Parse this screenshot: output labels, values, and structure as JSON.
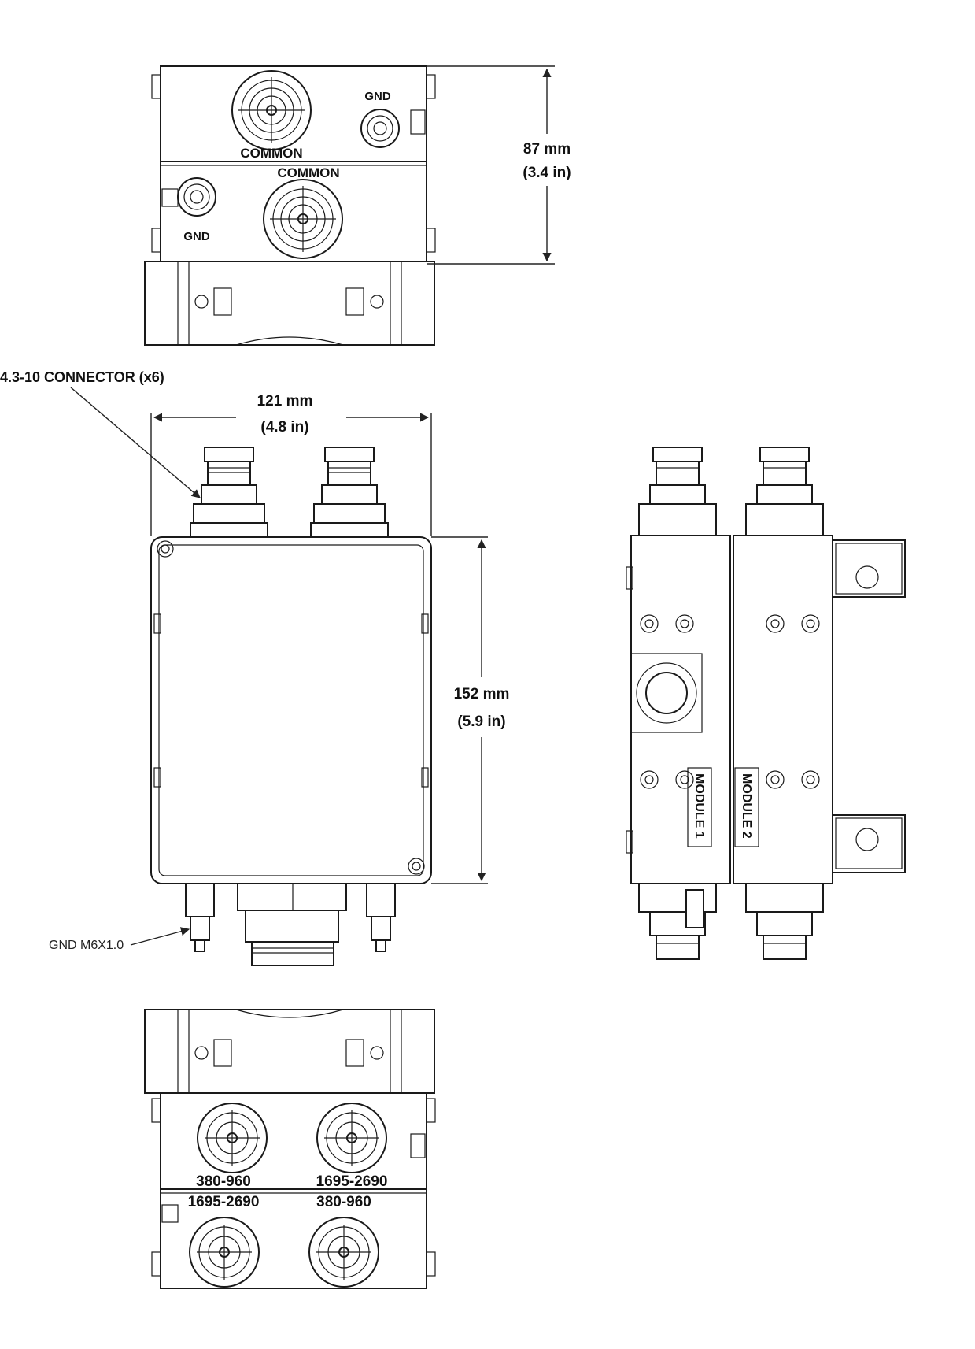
{
  "views": {
    "top": {
      "common_upper": "COMMON",
      "common_lower": "COMMON",
      "gnd_upper": "GND",
      "gnd_lower": "GND",
      "height_mm": "87 mm",
      "height_in": "(3.4 in)"
    },
    "front": {
      "connector_callout": "4.3-10 CONNECTOR (x6)",
      "width_mm": "121 mm",
      "width_in": "(4.8 in)",
      "height_mm": "152 mm",
      "height_in": "(5.9 in)",
      "gnd_callout": "GND M6X1.0"
    },
    "side": {
      "module_1": "MODULE 1",
      "module_2": "MODULE 2"
    },
    "bottom": {
      "port_upper_left": "380-960",
      "port_upper_right": "1695-2690",
      "port_lower_left": "1695-2690",
      "port_lower_right": "380-960"
    }
  }
}
